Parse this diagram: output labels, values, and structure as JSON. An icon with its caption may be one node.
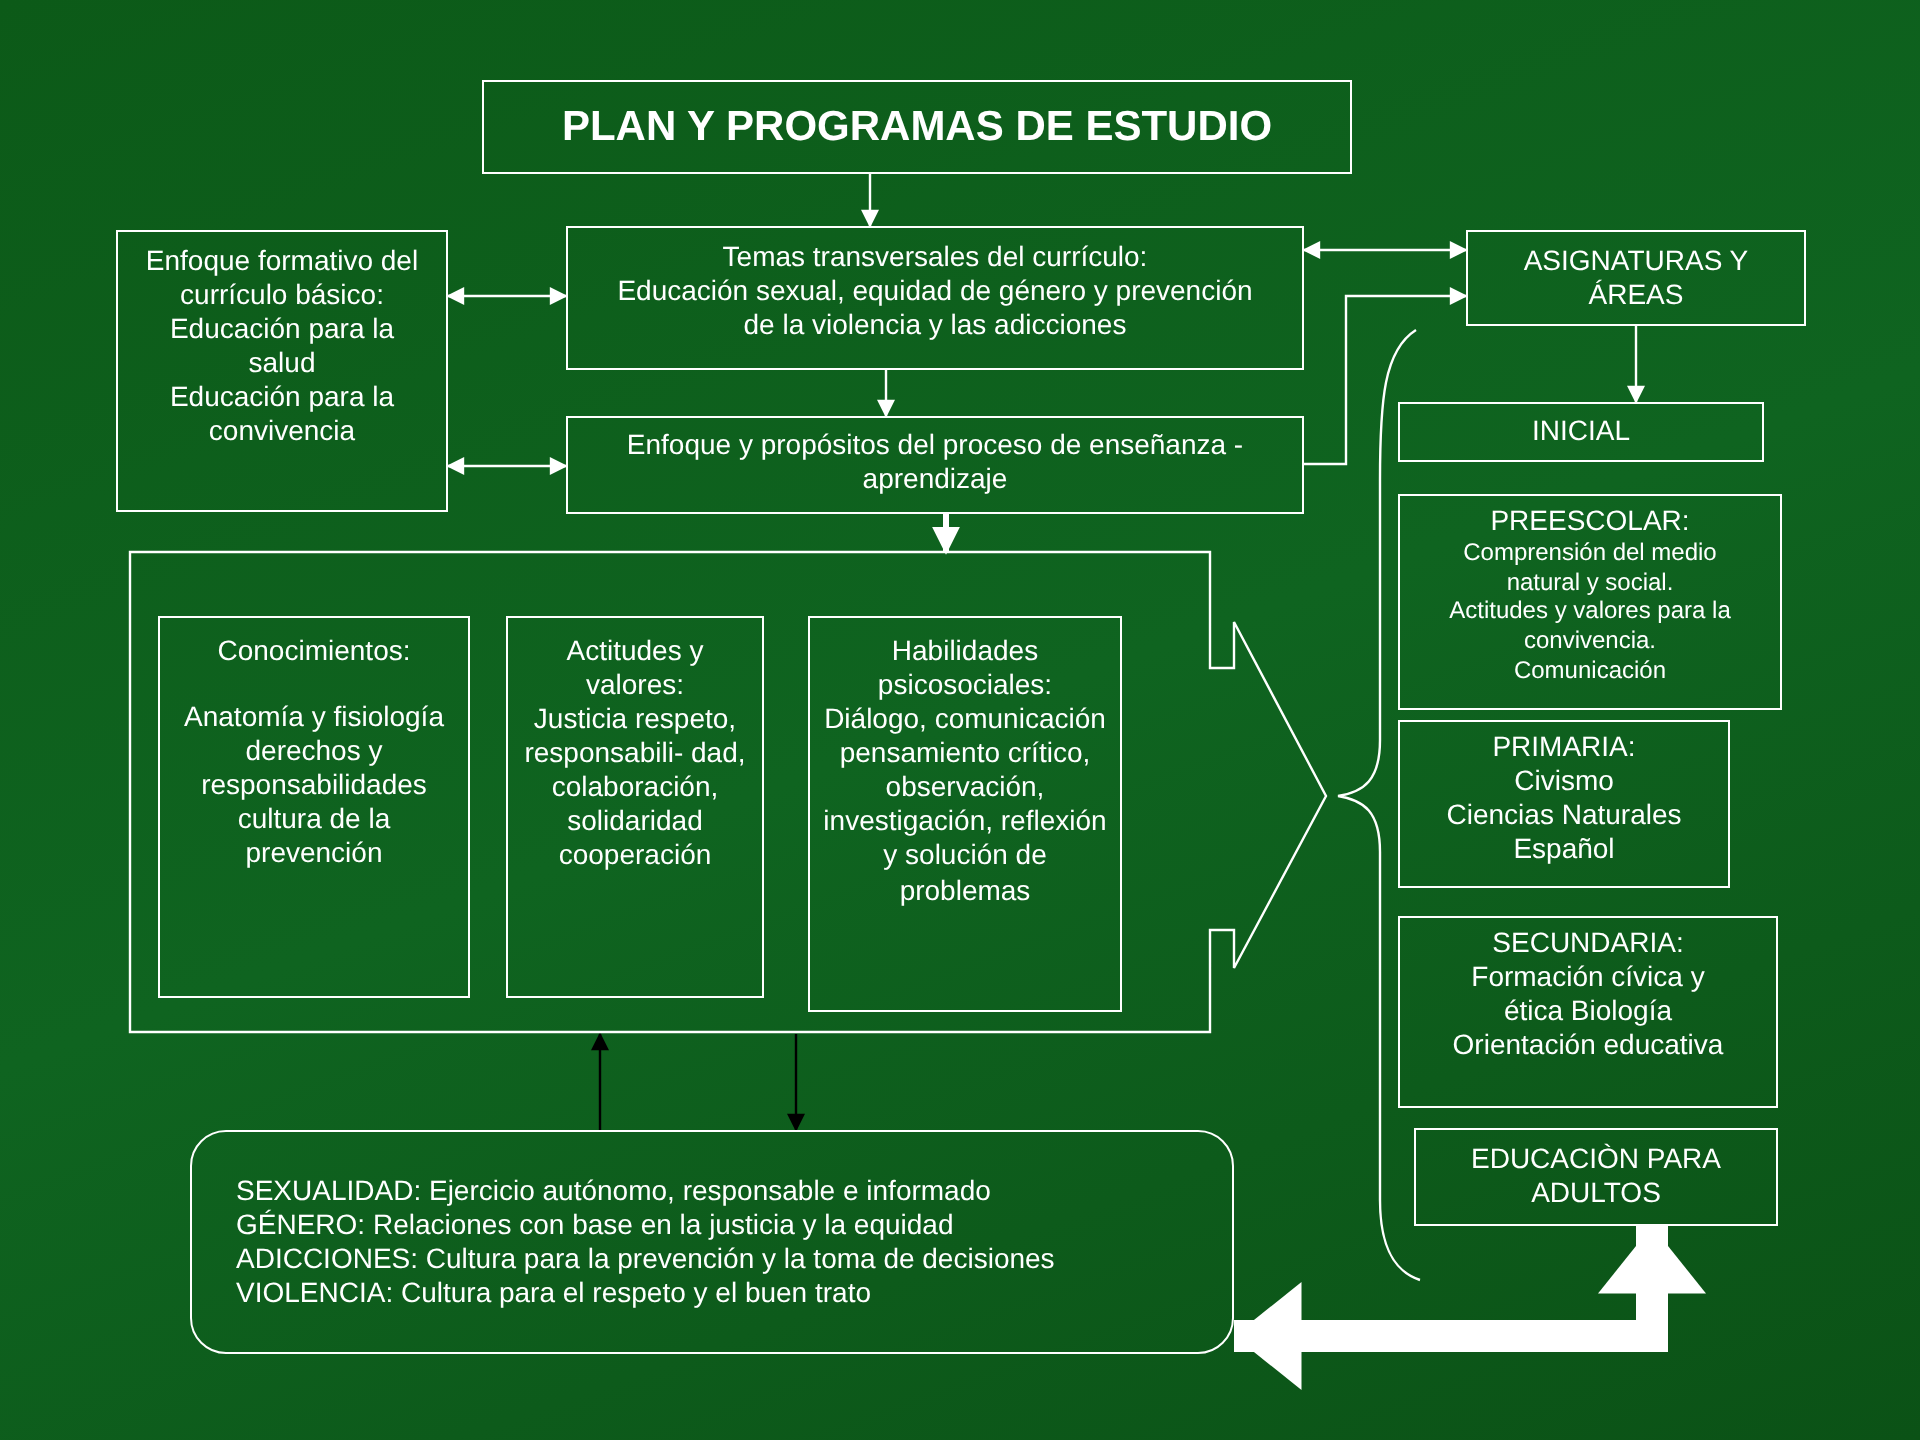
{
  "diagram": {
    "nodes": [
      {
        "text": [
          "PLAN Y PROGRAMAS DE ESTUDIO"
        ]
      },
      {
        "text": [
          "Enfoque formativo del currículo básico:",
          "Educación para la salud",
          "Educación para la convivencia"
        ]
      },
      {
        "text": [
          "Temas transversales del currículo:",
          "Educación sexual, equidad de género y prevención de la violencia y las adicciones"
        ]
      },
      {
        "text": [
          "Enfoque y propósitos del proceso de enseñanza - aprendizaje"
        ]
      },
      {
        "text": [
          "ASIGNATURAS Y ÁREAS"
        ]
      },
      {
        "text": [
          "INICIAL"
        ]
      },
      {
        "text": [
          "PREESCOLAR:",
          "Comprensión del medio natural y social.",
          "Actitudes y valores para la convivencia.",
          "Comunicación"
        ]
      },
      {
        "text": [
          "PRIMARIA:",
          "Civismo",
          "Ciencias Naturales",
          "Español"
        ]
      },
      {
        "text": [
          "SECUNDARIA:",
          "Formación cívica y ética Biología",
          "Orientación educativa"
        ]
      },
      {
        "text": [
          "EDUCACIÒN PARA ADULTOS"
        ]
      },
      {
        "text": [],
        "shape": "box"
      },
      {
        "text": [
          "Conocimientos:",
          "Anatomía y fisiología derechos y responsabilidades cultura de la prevención"
        ],
        "in": 10
      },
      {
        "text": [
          "Actitudes y valores:",
          "Justicia respeto, responsabili- dad, colaboración, solidaridad cooperación"
        ],
        "in": 10
      },
      {
        "text": [
          "Habilidades psicosociales:",
          "Diálogo, comunicación pensamiento crítico, observación, investigación, reflexión y solución de problemas"
        ],
        "in": 10
      },
      {
        "text": [
          "SEXUALIDAD: Ejercicio autónomo, responsable e informado",
          "GÉNERO: Relaciones con base en la justicia y la equidad",
          "ADICCIONES: Cultura para la prevención y la toma de decisiones",
          "VIOLENCIA: Cultura para el respeto y el buen trato"
        ]
      }
    ],
    "edges": [
      {
        "from": 0,
        "to": 2,
        "arrow": "to"
      },
      {
        "from": 1,
        "to": 2,
        "arrow": "both"
      },
      {
        "from": 1,
        "to": 3,
        "arrow": "both"
      },
      {
        "from": 2,
        "to": 3,
        "arrow": "to"
      },
      {
        "from": 2,
        "to": 4,
        "arrow": "both"
      },
      {
        "from": 3,
        "to": 4,
        "arrow": "to"
      },
      {
        "from": 4,
        "to": 5,
        "arrow": "to"
      },
      {
        "from": 3,
        "to": 10,
        "arrow": "to",
        "style": "thick"
      },
      {
        "from": 14,
        "to": 10,
        "arrow": "to",
        "color": "#000000"
      },
      {
        "from": 10,
        "to": 14,
        "arrow": "to",
        "color": "#000000"
      },
      {
        "from": 9,
        "to": 14,
        "arrow": "both",
        "style": "thick"
      }
    ]
  }
}
